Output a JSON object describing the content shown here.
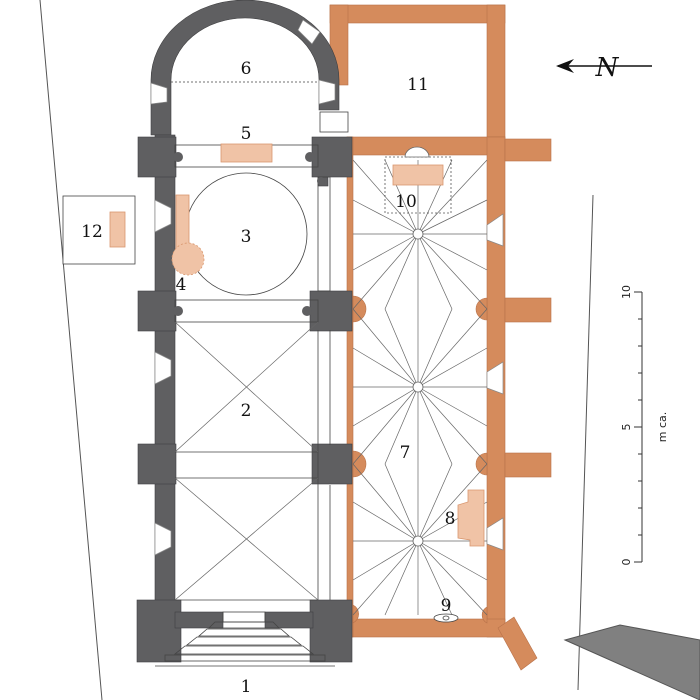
{
  "north": {
    "label": "N",
    "icon": "north-arrow-icon"
  },
  "scale": {
    "ticks": [
      "0",
      "5",
      "10"
    ],
    "unit": "m ca."
  },
  "room_numbers": [
    "1",
    "2",
    "3",
    "4",
    "5",
    "6",
    "7",
    "8",
    "9",
    "10",
    "11",
    "12"
  ],
  "colors": {
    "old_wall": "#5f5f61",
    "new_wall": "#d58b5c",
    "feature_fill": "#f0c3a6",
    "feature_stroke": "#d9976f",
    "background": "#ffffff",
    "terrain": "#808080"
  }
}
